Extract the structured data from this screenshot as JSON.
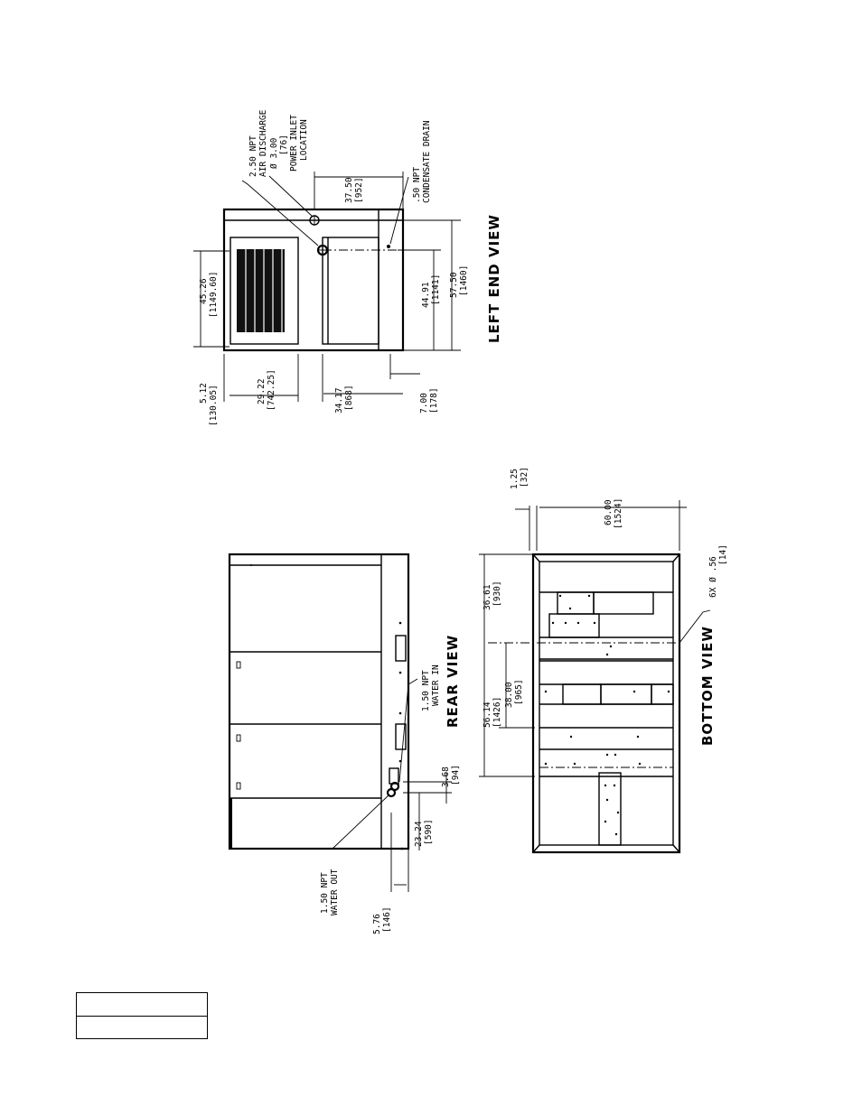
{
  "views": {
    "left_end": {
      "title": "LEFT END VIEW",
      "labels": {
        "air_discharge": [
          "2.50 NPT",
          "AIR DISCHARGE"
        ],
        "power_inlet": [
          "Ø 3.00",
          "[76]",
          "POWER INLET",
          "LOCATION"
        ],
        "condensate": [
          ".50 NPT",
          "CONDENSATE DRAIN"
        ],
        "dim_37_50": [
          "37.50",
          "[952]"
        ],
        "dim_45_26": [
          "45.26",
          "[1149.60]"
        ],
        "dim_44_91": [
          "44.91",
          "[1141]"
        ],
        "dim_57_50": [
          "57.50",
          "[1460]"
        ],
        "dim_5_12": [
          "5.12",
          "[130.05]"
        ],
        "dim_29_22": [
          "29.22",
          "[742.25]"
        ],
        "dim_34_17": [
          "34.17",
          "[868]"
        ],
        "dim_7_00": [
          "7.00",
          "[178]"
        ]
      }
    },
    "rear": {
      "title": "REAR VIEW",
      "labels": {
        "water_in": [
          "1.50 NPT",
          "WATER IN"
        ],
        "water_out": [
          "1.50 NPT",
          "WATER OUT"
        ],
        "dim_3_68": [
          "3.68",
          "[94]"
        ],
        "dim_23_24": [
          "23.24",
          "[590]"
        ],
        "dim_5_76": [
          "5.76",
          "[146]"
        ]
      }
    },
    "bottom": {
      "title": "BOTTOM VIEW",
      "labels": {
        "dim_1_25": [
          "1.25",
          "[32]"
        ],
        "dim_60_00": [
          "60.00",
          "[1524]"
        ],
        "dim_36_61": [
          "36.61",
          "[930]"
        ],
        "dim_38_00": [
          "38.00",
          "[965]"
        ],
        "dim_56_14": [
          "56.14",
          "[1426]"
        ],
        "holes": [
          "6X Ø .56",
          "[14]"
        ]
      }
    }
  },
  "title_block": {
    "row1": "",
    "row2": ""
  }
}
